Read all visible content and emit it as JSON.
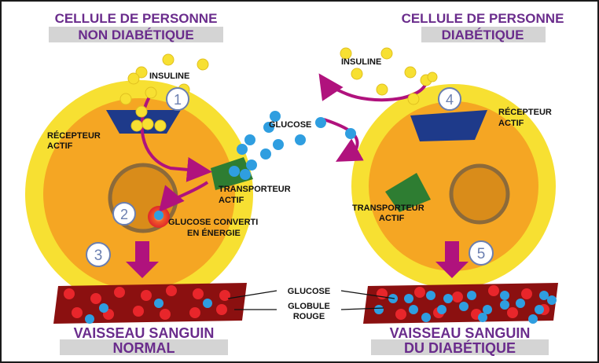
{
  "titles": {
    "left_line1": "CELLULE DE PERSONNE",
    "left_line2": "NON DIABÉTIQUE",
    "right_line1": "CELLULE DE PERSONNE",
    "right_line2": "DIABÉTIQUE"
  },
  "labels": {
    "insuline_left": "INSULINE",
    "insuline_right": "INSULINE",
    "recepteur_left_1": "RÉCEPTEUR",
    "recepteur_left_2": "ACTIF",
    "recepteur_right_1": "RÉCEPTEUR",
    "recepteur_right_2": "ACTIF",
    "glucose_mid": "GLUCOSE",
    "transporteur_left_1": "TRANSPORTEUR",
    "transporteur_left_2": "ACTIF",
    "transporteur_right_1": "TRANSPORTEUR",
    "transporteur_right_2": "ACTIF",
    "converti_1": "GLUCOSE CONVERTI",
    "converti_2": "EN ÉNERGIE",
    "glucose_vessel": "GLUCOSE",
    "globule_1": "GLOBULE",
    "globule_2": "ROUGE"
  },
  "steps": [
    "1",
    "2",
    "3",
    "4",
    "5"
  ],
  "vessels": {
    "left_line1": "VAISSEAU SANGUIN",
    "left_line2": "NORMAL",
    "right_line1": "VAISSEAU SANGUIN",
    "right_line2": "DU DIABÉTIQUE"
  },
  "colors": {
    "title_purple": "#6a2c8c",
    "title_band": "#d4d4d4",
    "cell_membrane": "#f7e032",
    "cell_body": "#f5a623",
    "nucleus": "#d98c1a",
    "receptor": "#1e3a8a",
    "transporter": "#2e7d32",
    "insulin": "#f7e032",
    "glucose": "#2f9ee0",
    "arrow_magenta": "#b0127d",
    "vessel": "#8b1010",
    "red_cell": "#e8262b"
  }
}
